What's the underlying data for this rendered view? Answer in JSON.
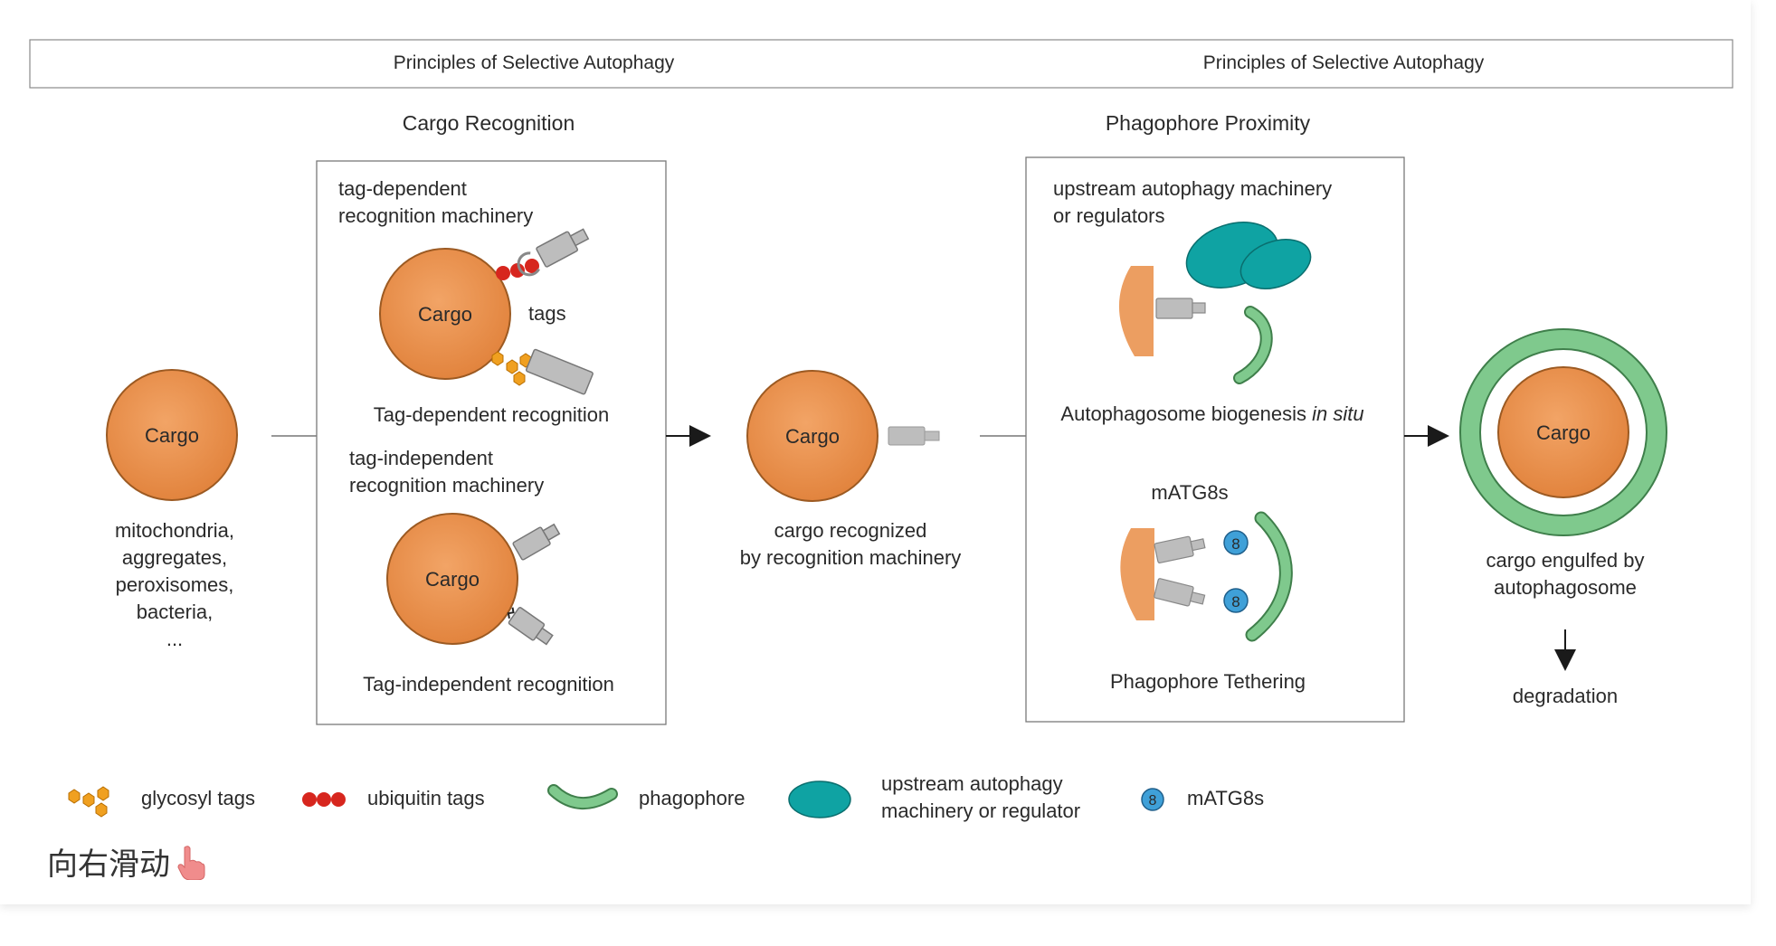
{
  "header": {
    "left_title": "Principles of Selective Autophagy",
    "right_title": "Principles of Selective Autophagy"
  },
  "sections": {
    "cargo_recognition": "Cargo Recognition",
    "phagophore_proximity": "Phagophore Proximity"
  },
  "cargo_label": "Cargo",
  "left_cargo": {
    "examples": [
      "mitochondria,",
      "aggregates,",
      "peroxisomes,",
      "bacteria,",
      "..."
    ]
  },
  "recognition_box": {
    "tag_dep_heading": [
      "tag-dependent",
      "recognition machinery"
    ],
    "tags_label": "tags",
    "tag_dep_caption": "Tag-dependent recognition",
    "tag_indep_heading": [
      "tag-independent",
      "recognition machinery"
    ],
    "tag_indep_caption": "Tag-independent recognition"
  },
  "middle_cargo": {
    "caption": [
      "cargo recognized",
      "by recognition machinery"
    ]
  },
  "proximity_box": {
    "upstream_heading": [
      "upstream autophagy machinery",
      "or regulators"
    ],
    "biogenesis_caption_main": "Autophagosome biogenesis ",
    "biogenesis_caption_italic": "in situ",
    "matg8_heading": "mATG8s",
    "matg8_number": "8",
    "tethering_caption": "Phagophore Tethering"
  },
  "right_cargo": {
    "caption": [
      "cargo engulfed by",
      "autophagosome"
    ],
    "outcome": "degradation"
  },
  "legend": {
    "glycosyl": "glycosyl tags",
    "ubiquitin": "ubiquitin tags",
    "phagophore": "phagophore",
    "upstream": [
      "upstream autophagy",
      "machinery or regulator"
    ],
    "matg8": "mATG8s"
  },
  "swipe_hint": "向右滑动",
  "colors": {
    "cargo": "#EA9450",
    "cargo_stroke": "#9C5A22",
    "ubiquitin": "#D7261E",
    "glycosyl": "#F0A020",
    "phagophore": "#7FC98D",
    "upstream": "#0FA3A3",
    "matg8": "#3FA0D8",
    "receptor": "#BDBDBD"
  }
}
